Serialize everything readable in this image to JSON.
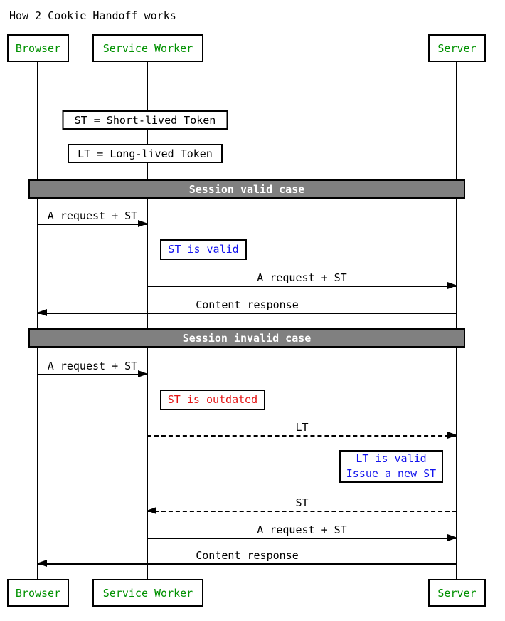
{
  "title": "How 2 Cookie Handoff works",
  "actors": [
    {
      "label": "Browser"
    },
    {
      "label": "Service Worker"
    },
    {
      "label": "Server"
    }
  ],
  "definitions": [
    {
      "text": "ST = Short-lived Token"
    },
    {
      "text": "LT = Long-lived Token"
    }
  ],
  "sections": [
    {
      "label": "Session valid case"
    },
    {
      "label": "Session invalid case"
    }
  ],
  "messages": [
    {
      "from": "Browser",
      "to": "Service Worker",
      "label": "A request + ST",
      "style": "solid"
    },
    {
      "from": "Service Worker",
      "to": "Server",
      "label": "A request + ST",
      "style": "solid"
    },
    {
      "from": "Server",
      "to": "Browser",
      "label": "Content response",
      "style": "solid"
    },
    {
      "from": "Browser",
      "to": "Service Worker",
      "label": "A request + ST",
      "style": "solid"
    },
    {
      "from": "Service Worker",
      "to": "Server",
      "label": "LT",
      "style": "dashed"
    },
    {
      "from": "Server",
      "to": "Service Worker",
      "label": "ST",
      "style": "dashed"
    },
    {
      "from": "Service Worker",
      "to": "Server",
      "label": "A request + ST",
      "style": "solid"
    },
    {
      "from": "Server",
      "to": "Browser",
      "label": "Content response",
      "style": "solid"
    }
  ],
  "status_notes": [
    {
      "text": "ST is valid"
    },
    {
      "text": "ST is outdated"
    },
    {
      "line1": "LT is valid",
      "line2": "Issue a new ST"
    }
  ],
  "colors": {
    "actor_text": "#009100",
    "divider_bg": "#808080",
    "divider_text": "#ffffff",
    "line": "#000000",
    "note_blue": "#1414ee",
    "note_red": "#e41414"
  }
}
